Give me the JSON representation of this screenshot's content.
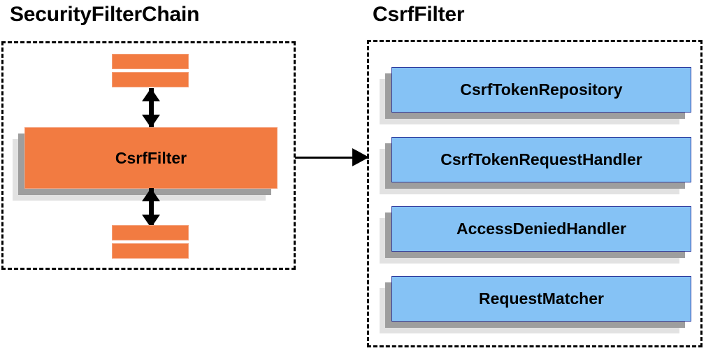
{
  "diagram": {
    "type": "component-relationship-diagram",
    "colors": {
      "orange_fill": "#F27B41",
      "orange_border": "#F4A07A",
      "blue_fill": "#85C2F5",
      "blue_border": "#2B3A9E",
      "shadow_dark": "#9E9E9E",
      "shadow_light": "#E2E2E2",
      "panel_border": "#000000",
      "text": "#000000",
      "background": "#FFFFFF"
    },
    "left_panel": {
      "title": "SecurityFilterChain",
      "main_box": "CsrfFilter",
      "stub_count_above": 2,
      "stub_count_below": 2,
      "arrow_above": "double-headed-vertical",
      "arrow_below": "double-headed-vertical"
    },
    "right_panel": {
      "title": "CsrfFilter",
      "components": [
        {
          "label": "CsrfTokenRepository"
        },
        {
          "label": "CsrfTokenRequestHandler"
        },
        {
          "label": "AccessDeniedHandler"
        },
        {
          "label": "RequestMatcher"
        }
      ]
    },
    "connector": {
      "from": "SecurityFilterChain",
      "to": "CsrfFilter",
      "style": "single-headed-horizontal-arrow"
    }
  }
}
